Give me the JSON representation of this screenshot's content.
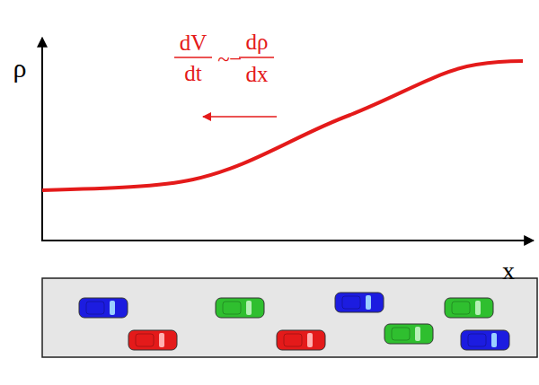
{
  "diagram": {
    "labels": [
      "ρ",
      "x",
      "dV",
      "dt",
      "~",
      "−",
      "dρ",
      "dx"
    ]
  }
}
